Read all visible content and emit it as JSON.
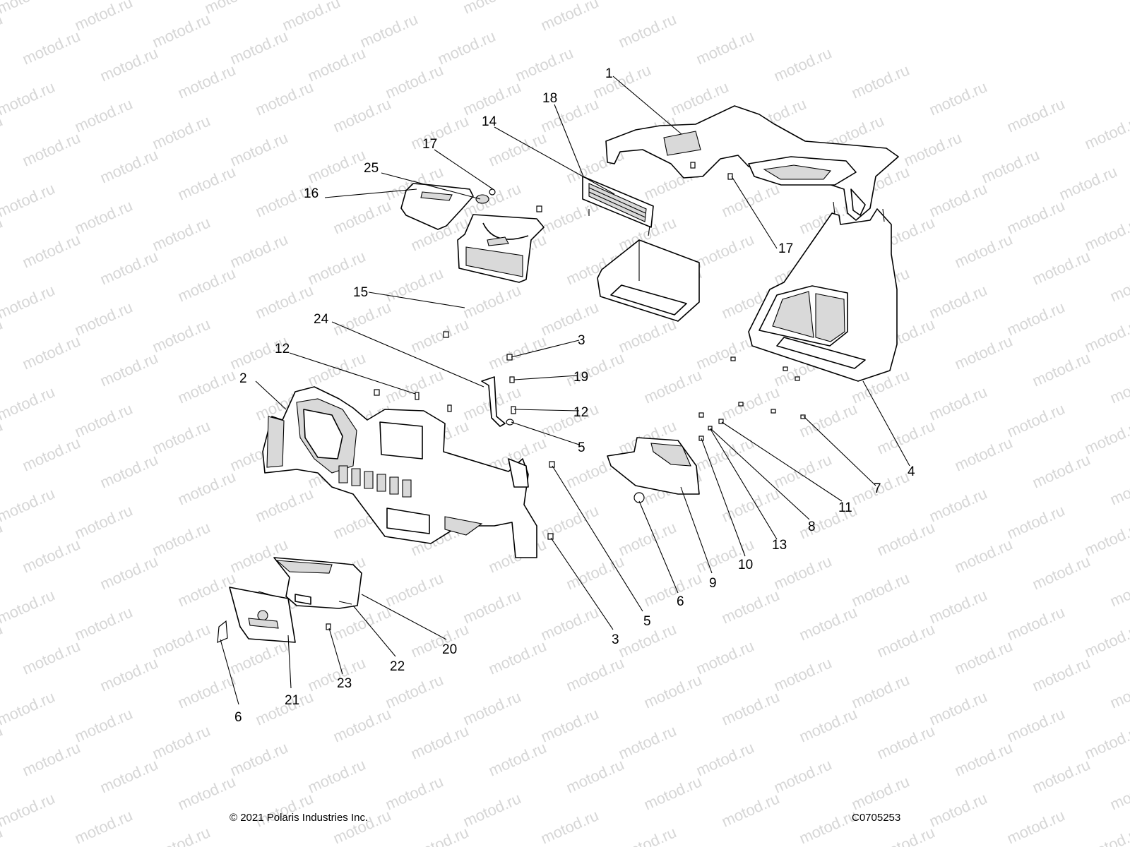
{
  "watermark": "motod.ru",
  "copyright": "© 2021 Polaris Industries Inc.",
  "drawing_number": "C0705253",
  "callouts": [
    {
      "key": "c1",
      "label": "1"
    },
    {
      "key": "c18",
      "label": "18"
    },
    {
      "key": "c14",
      "label": "14"
    },
    {
      "key": "c17a",
      "label": "17"
    },
    {
      "key": "c25",
      "label": "25"
    },
    {
      "key": "c16",
      "label": "16"
    },
    {
      "key": "c17b",
      "label": "17"
    },
    {
      "key": "c15",
      "label": "15"
    },
    {
      "key": "c24",
      "label": "24"
    },
    {
      "key": "c3a",
      "label": "3"
    },
    {
      "key": "c12a",
      "label": "12"
    },
    {
      "key": "c19",
      "label": "19"
    },
    {
      "key": "c2",
      "label": "2"
    },
    {
      "key": "c12b",
      "label": "12"
    },
    {
      "key": "c5a",
      "label": "5"
    },
    {
      "key": "c4",
      "label": "4"
    },
    {
      "key": "c7",
      "label": "7"
    },
    {
      "key": "c11",
      "label": "11"
    },
    {
      "key": "c8",
      "label": "8"
    },
    {
      "key": "c13",
      "label": "13"
    },
    {
      "key": "c10",
      "label": "10"
    },
    {
      "key": "c9",
      "label": "9"
    },
    {
      "key": "c6a",
      "label": "6"
    },
    {
      "key": "c5b",
      "label": "5"
    },
    {
      "key": "c3b",
      "label": "3"
    },
    {
      "key": "c20",
      "label": "20"
    },
    {
      "key": "c22",
      "label": "22"
    },
    {
      "key": "c23",
      "label": "23"
    },
    {
      "key": "c21",
      "label": "21"
    },
    {
      "key": "c6b",
      "label": "6"
    }
  ]
}
